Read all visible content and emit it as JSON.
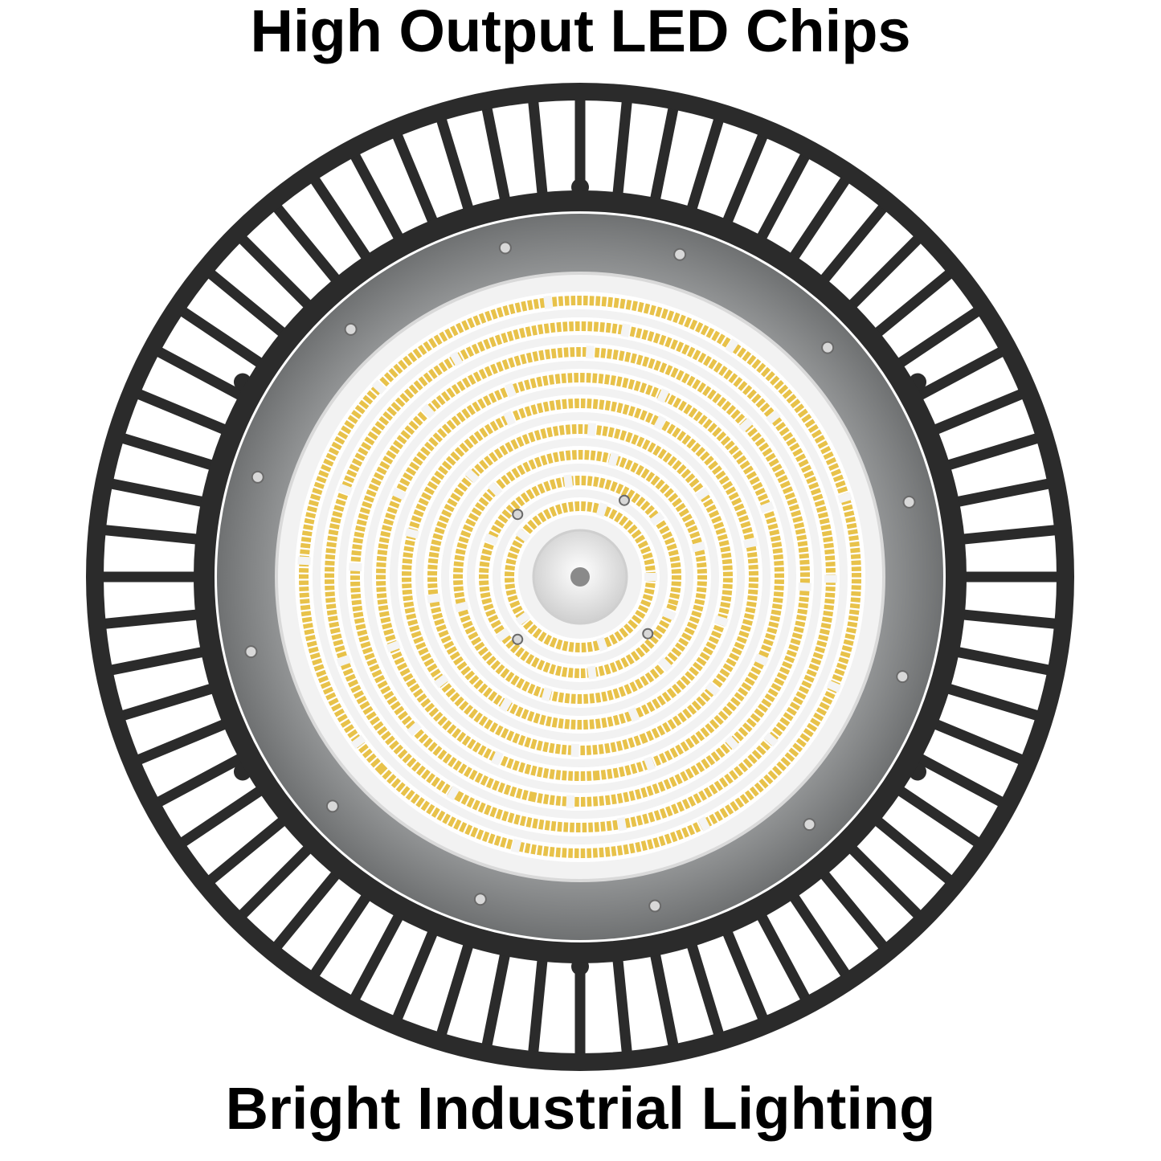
{
  "headline_top": "High Output LED Chips",
  "headline_bottom": "Bright Industrial Lighting",
  "product": {
    "icon": "ufo-high-bay-led-light",
    "colors": {
      "frame": "#2b2b2b",
      "housing": "#8e9091",
      "diffuser": "#f2f2f2",
      "led_chip": "#e8c24a",
      "background": "#ffffff"
    }
  }
}
